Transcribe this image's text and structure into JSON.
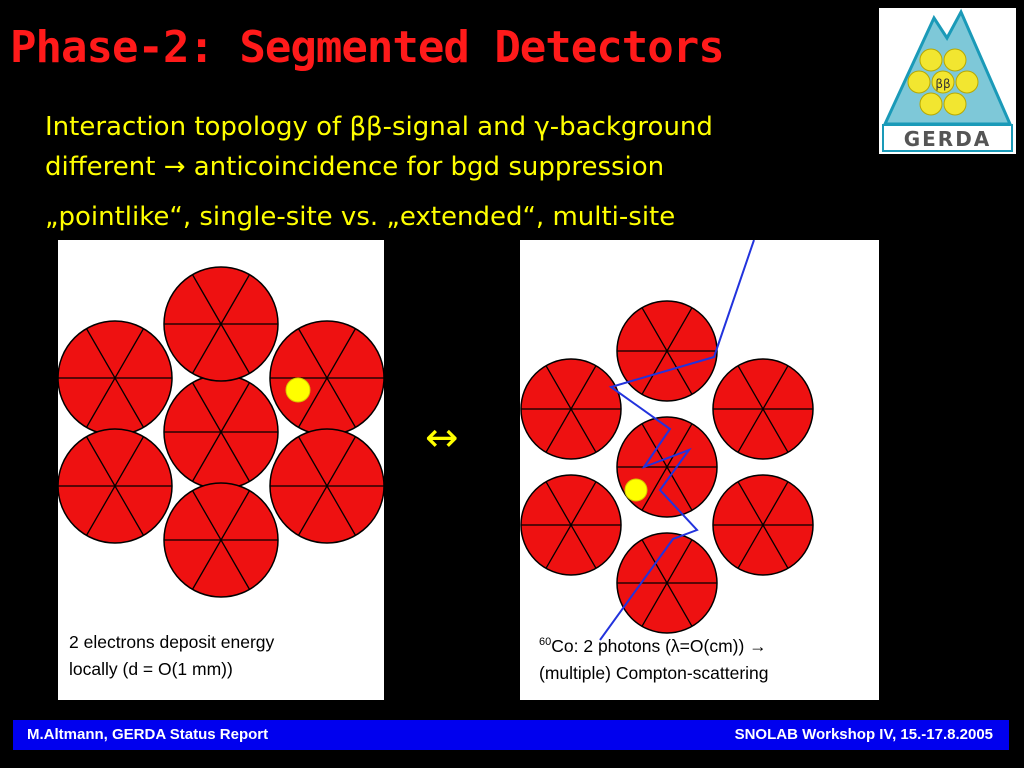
{
  "title": "Phase-2: Segmented Detectors",
  "logo": {
    "label": "GERDA",
    "symbol": "ββ"
  },
  "line1": "Interaction topology of ββ-signal  and γ-background",
  "line2": "different → anticoincidence for bgd suppression",
  "line3": "„pointlike“, single-site   vs.    „extended“, multi-site",
  "left_caption": {
    "line1": "2 electrons deposit energy",
    "line2": "locally (d = O(1 mm))"
  },
  "right_caption": {
    "isotope": "60",
    "line1_rest": "Co: 2 photons  (λ=O(cm)) →",
    "line2": "(multiple) Compton-scattering"
  },
  "arrow": "↔",
  "footer": {
    "left": "M.Altmann, GERDA Status Report",
    "right": "SNOLAB Workshop IV, 15.-17.8.2005"
  },
  "colors": {
    "title": "#ff1a1a",
    "text": "#ffff00",
    "crystal": "#ee1111",
    "track": "#2233dd",
    "hit": "#ffff00",
    "footer": "#0000ee"
  }
}
